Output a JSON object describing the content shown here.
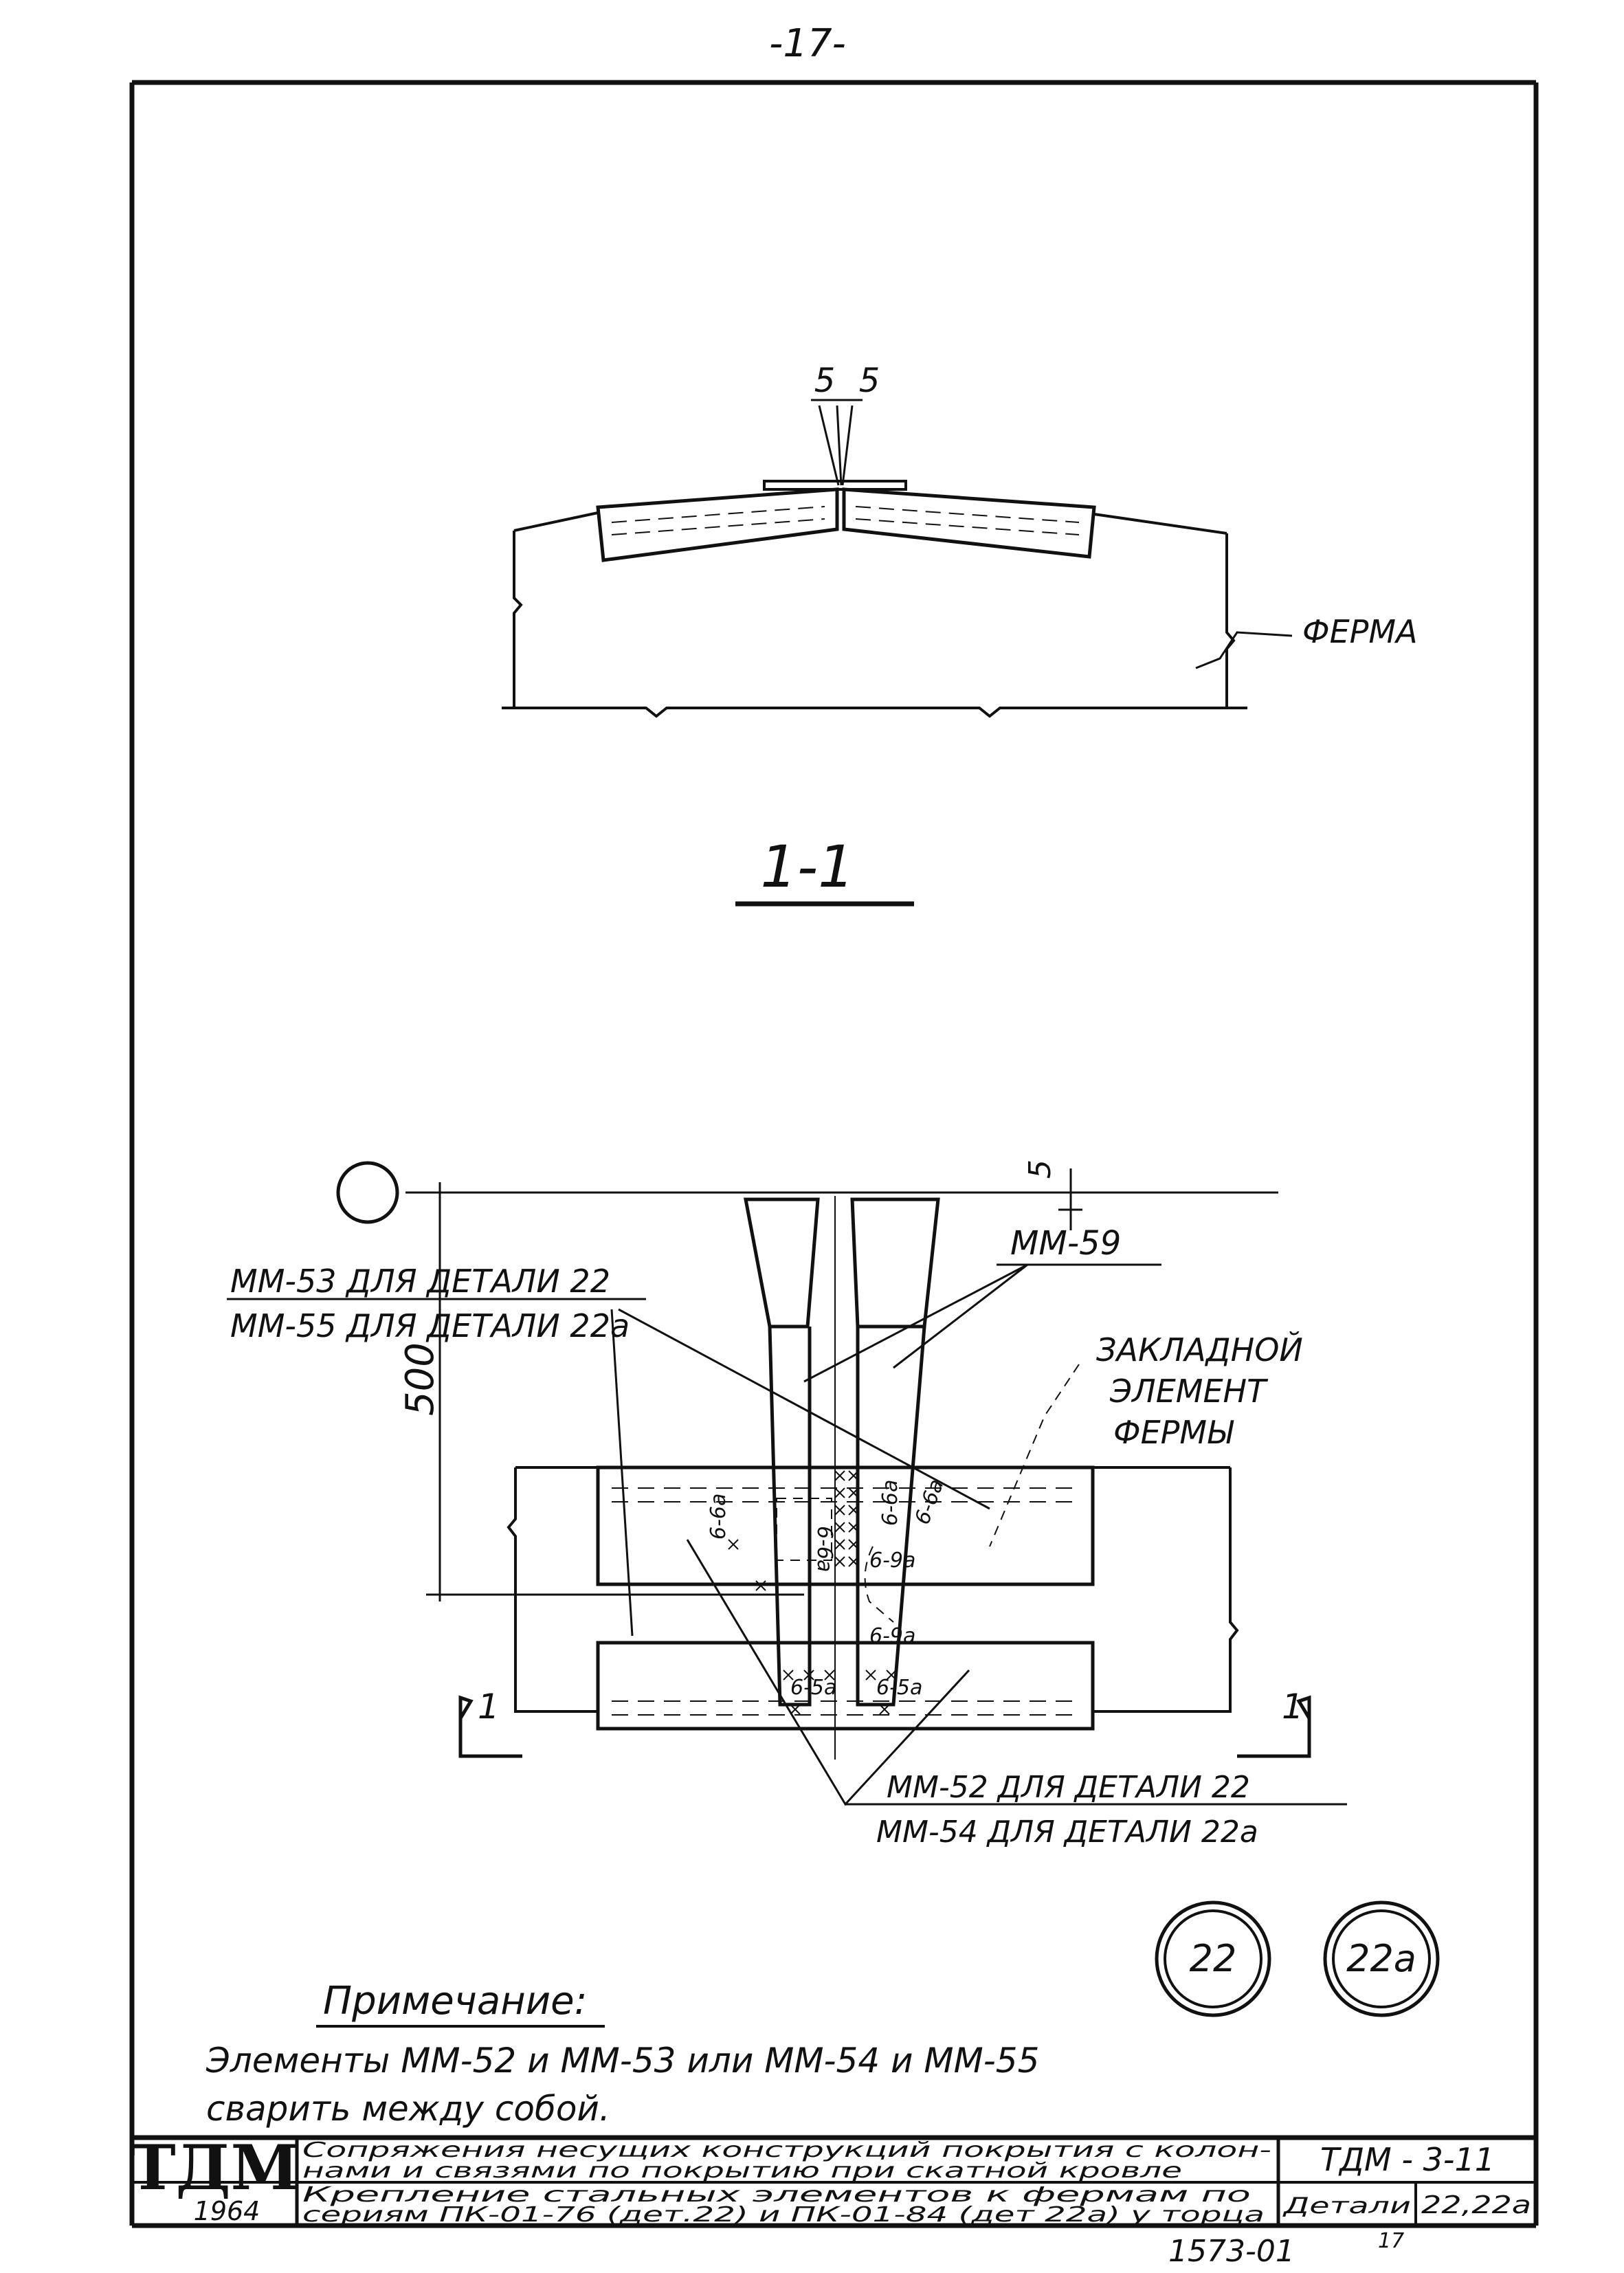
{
  "page_number": "-17-",
  "section_label": "1-1",
  "top_view": {
    "dim_left": "5",
    "dim_right": "5",
    "ferma_label": "ФЕРМА"
  },
  "plan_view": {
    "dim_gap": "5",
    "dim_height": "500",
    "section_mark_left": "1",
    "section_mark_right": "1",
    "label_mm59": "ММ-59",
    "label_mm53_line1": "ММ-53 ДЛЯ ДЕТАЛИ 22",
    "label_mm53_line2": "ММ-55 ДЛЯ ДЕТАЛИ 22а",
    "label_embed_line1": "ЗАКЛАДНОЙ",
    "label_embed_line2": "ЭЛЕМЕНТ",
    "label_embed_line3": "ФЕРМЫ",
    "label_mm52_line1": "ММ-52 ДЛЯ ДЕТАЛИ 22",
    "label_mm52_line2": "ММ-54 ДЛЯ ДЕТАЛИ 22а",
    "weld_6_6a": "6-6а",
    "weld_6_9a": "6-9а",
    "weld_6_5a": "6-5а"
  },
  "detail_circles": [
    "22",
    "22а"
  ],
  "note": {
    "title": "Примечание:",
    "line1": "Элементы ММ-52 и ММ-53 или ММ-54 и ММ-55",
    "line2": "сварить между собой."
  },
  "title_block": {
    "logo": "ТДМ",
    "year": "1964",
    "title_line1": "Сопряжения несущих конструкций покрытия с колон-",
    "title_line2": "нами и связями по покрытию при скатной кровле",
    "series": "ТДМ - 3-11",
    "desc_line1": "Крепление стальных элементов к фермам по",
    "desc_line2": "сериям ПК-01-76 (дет.22) и ПК-01-84 (дет 22а) у торца",
    "detail_label": "Детали",
    "detail_value": "22,22а"
  },
  "footer_code": "1573-01",
  "footer_sheet": "17"
}
